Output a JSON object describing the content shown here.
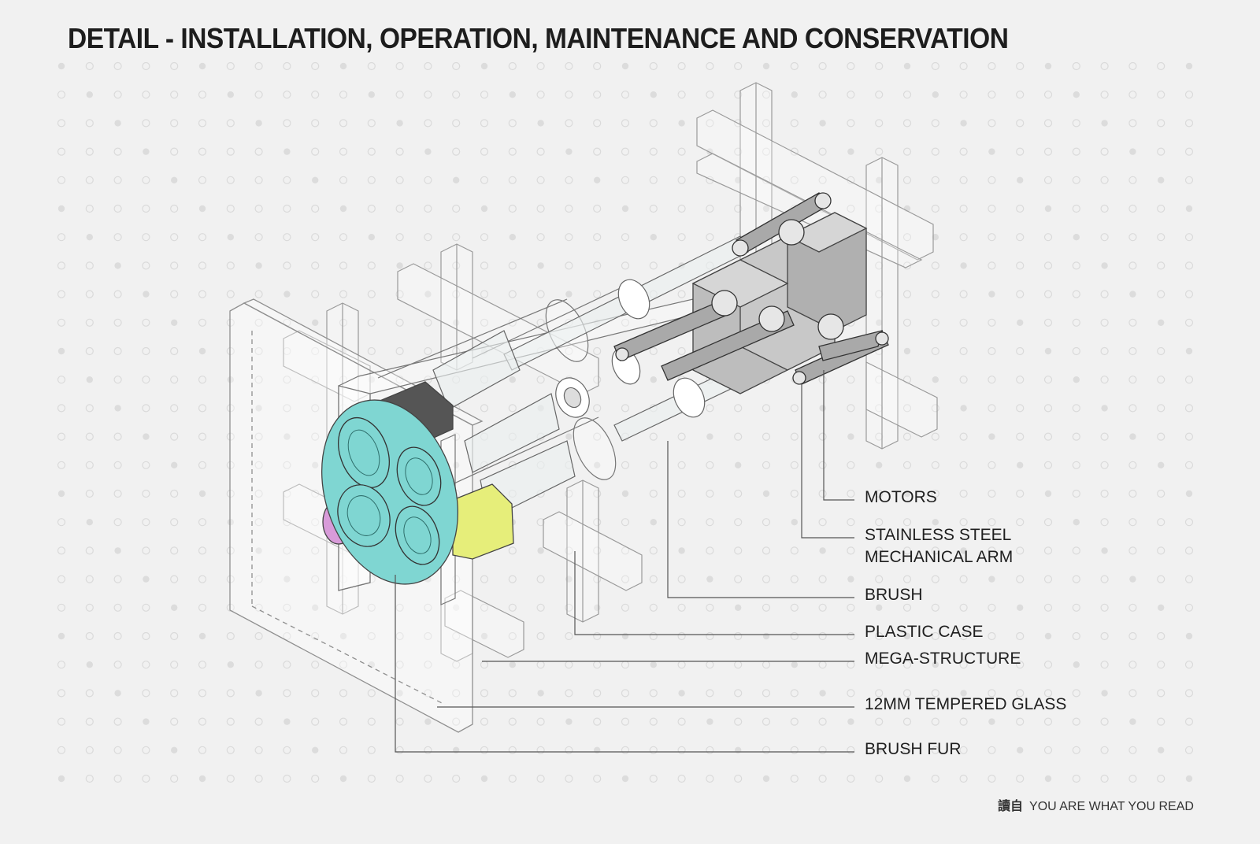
{
  "title": "DETAIL - INSTALLATION, OPERATION, MAINTENANCE AND CONSERVATION",
  "labels": {
    "motors": "MOTORS",
    "arm_line1": "STAINLESS STEEL",
    "arm_line2": "MECHANICAL ARM",
    "brush": "BRUSH",
    "plastic_case": "PLASTIC CASE",
    "mega_structure": "MEGA-STRUCTURE",
    "glass": "12MM TEMPERED GLASS",
    "brush_fur": "BRUSH FUR"
  },
  "footer": {
    "brand": "讀自",
    "tagline": "YOU ARE WHAT YOU READ"
  },
  "colors": {
    "background": "#f1f1f1",
    "line": "#555555",
    "brush_fur": "#7fd6d2",
    "brush_yellow": "#e6ee7a",
    "brush_magenta": "#d89bd9",
    "dark_roll": "#555555",
    "motor_grey": "#a8a8a8"
  }
}
